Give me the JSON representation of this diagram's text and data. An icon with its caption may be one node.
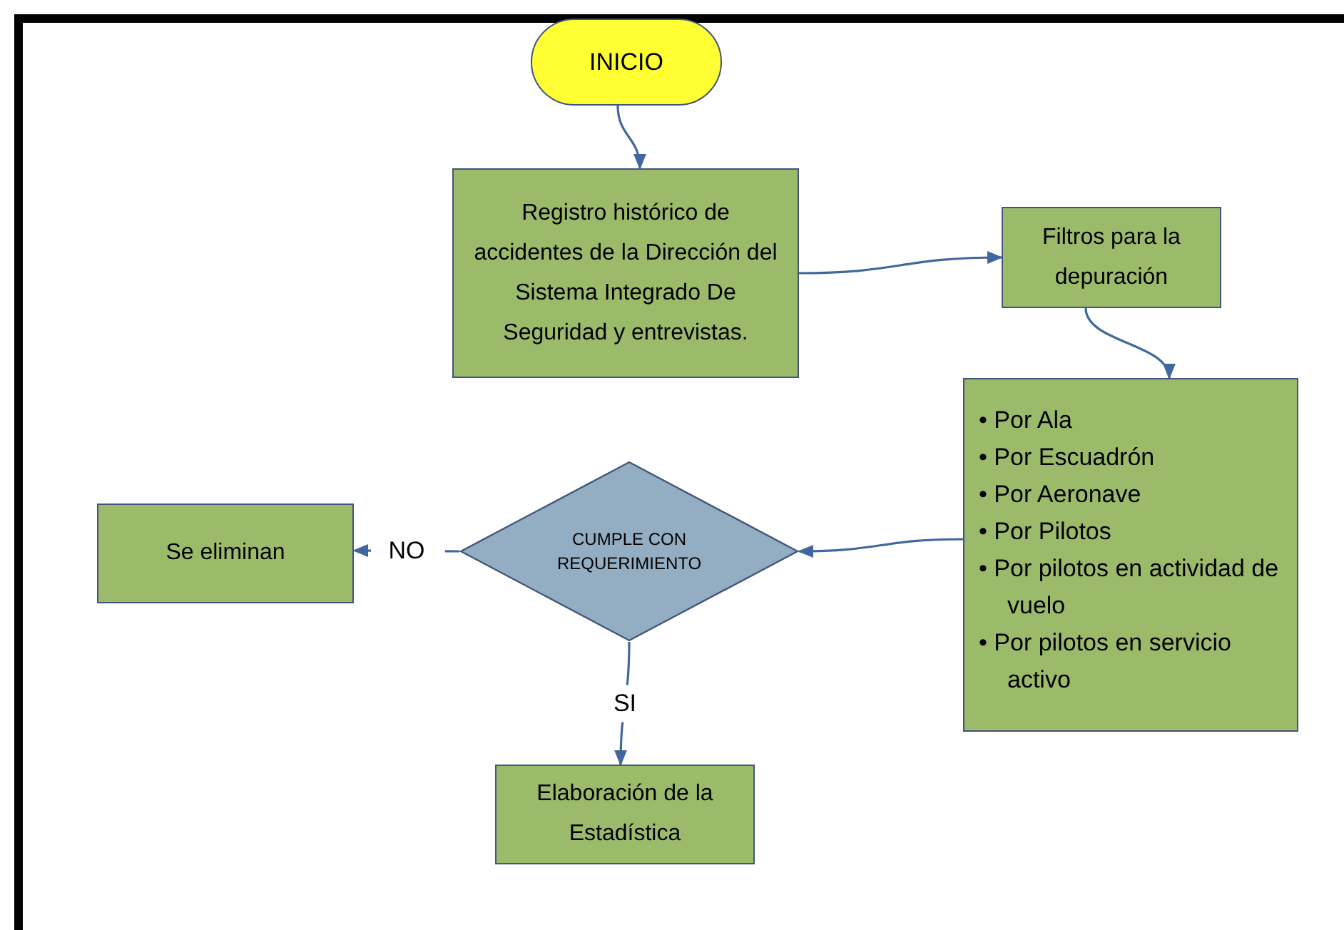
{
  "diagram": {
    "nodes": [
      {
        "text": [
          "INICIO"
        ]
      },
      {
        "text": [
          "Registro histórico de accidentes de la Dirección del Sistema Integrado De Seguridad y entrevistas."
        ]
      },
      {
        "text": [
          "Filtros para la depuración"
        ]
      },
      {
        "text": [
          "• Por Ala",
          "• Por Escuadrón",
          "• Por Aeronave",
          "• Por Pilotos",
          "• Por pilotos en actividad de vuelo",
          "• Por pilotos en servicio activo"
        ]
      },
      {
        "text": [
          "CUMPLE CON REQUERIMIENTO"
        ]
      },
      {
        "text": [
          "Se eliminan"
        ]
      },
      {
        "text": [
          "Elaboración de la Estadística"
        ]
      }
    ],
    "edges": [
      {
        "from": 0,
        "to": 1,
        "arrow": "to"
      },
      {
        "from": 1,
        "to": 2,
        "arrow": "to"
      },
      {
        "from": 2,
        "to": 3,
        "arrow": "to"
      },
      {
        "from": 3,
        "to": 4,
        "arrow": "to"
      },
      {
        "from": 4,
        "to": 5,
        "arrow": "to",
        "label": "NO",
        "style": "dashed"
      },
      {
        "from": 4,
        "to": 6,
        "arrow": "to",
        "label": "SI"
      }
    ]
  }
}
